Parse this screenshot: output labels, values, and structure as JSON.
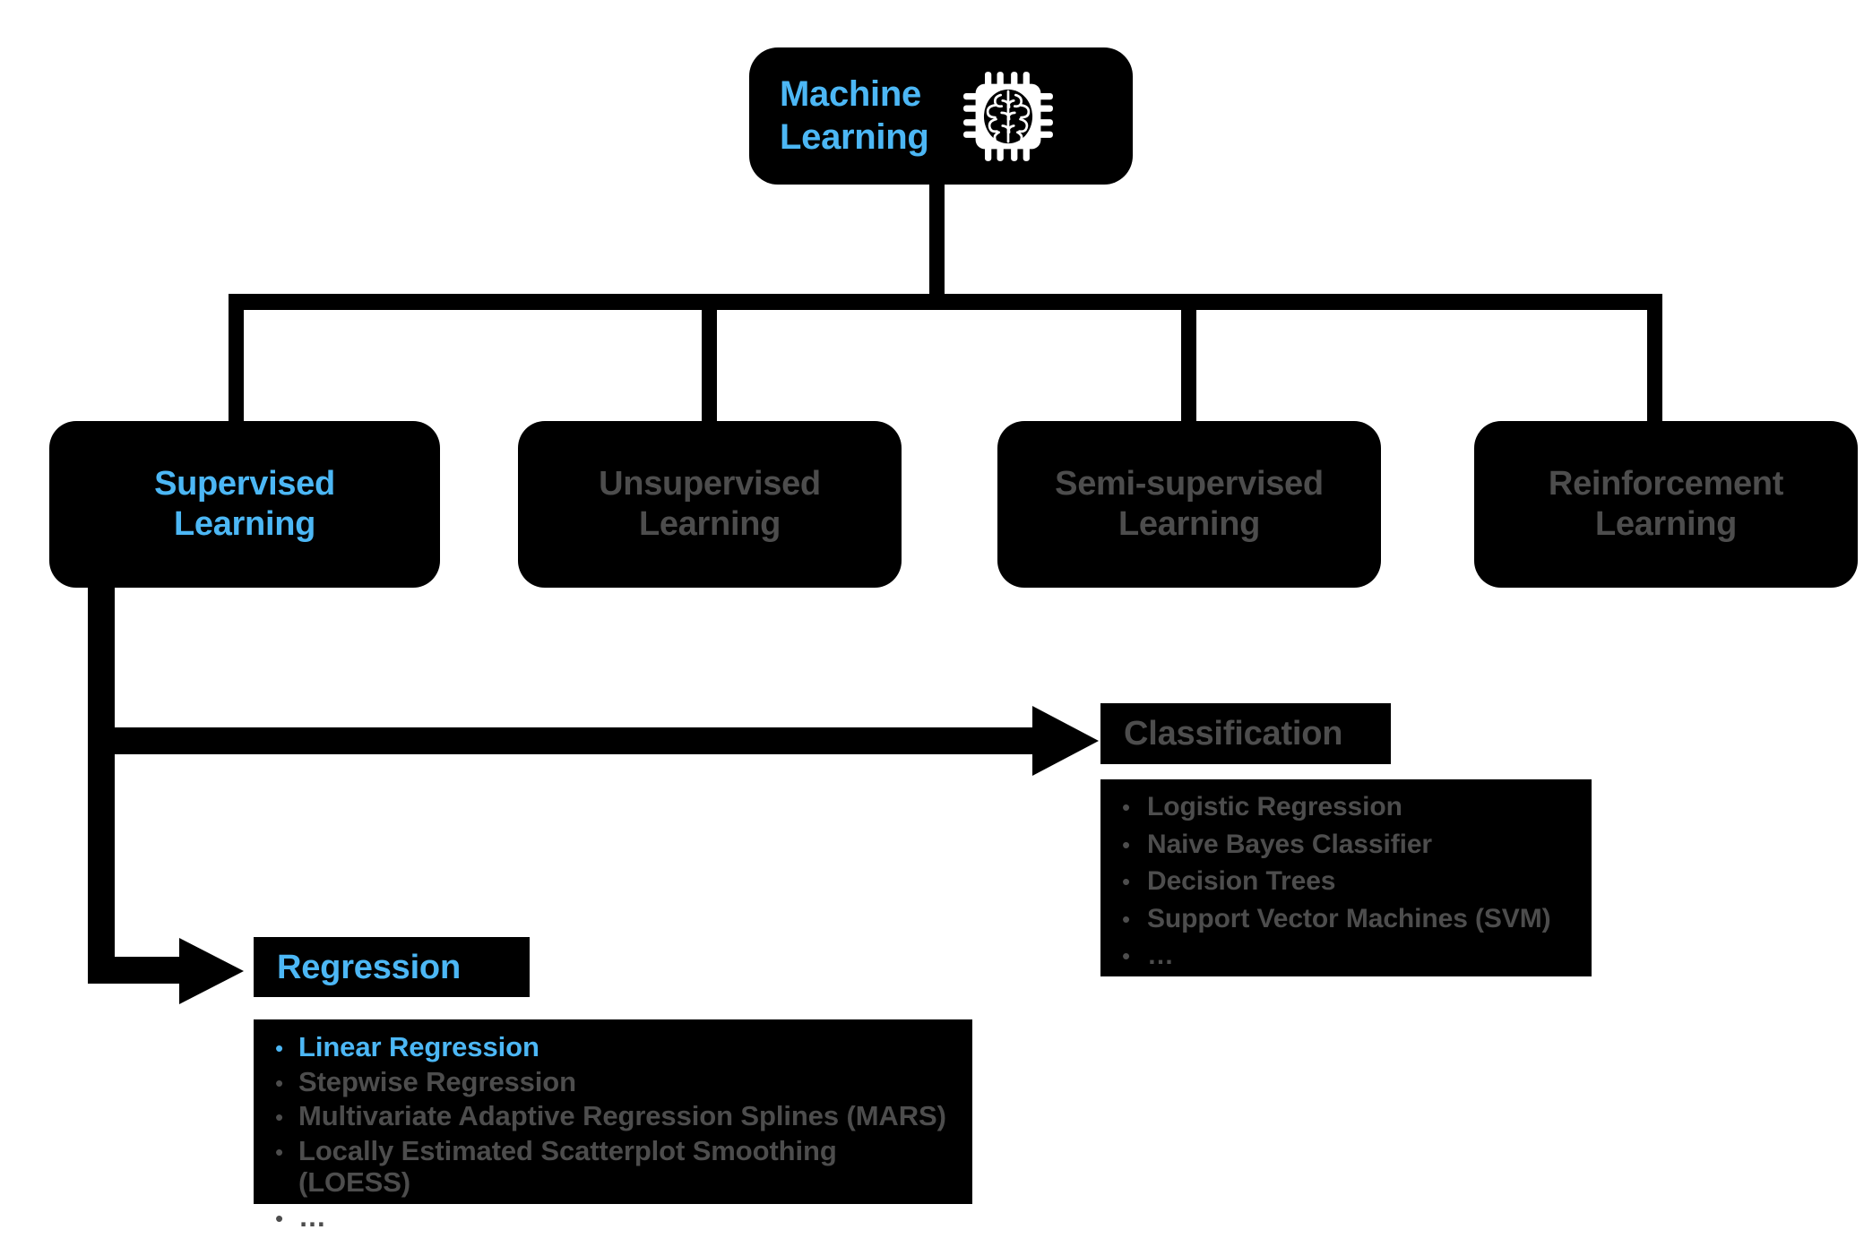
{
  "diagram": {
    "title": "Machine Learning taxonomy",
    "colors": {
      "background": "#ffffff",
      "node_fill": "#000000",
      "accent_blue": "#4cb7f5",
      "muted_gray": "#4d4d4d",
      "connector": "#000000"
    },
    "root": {
      "label": "Machine\nLearning",
      "state": "highlighted",
      "icon": "ai-chip-brain-icon"
    },
    "branches": [
      {
        "label": "Supervised\nLearning",
        "state": "highlighted"
      },
      {
        "label": "Unsupervised\nLearning",
        "state": "muted"
      },
      {
        "label": "Semi-supervised\nLearning",
        "state": "muted"
      },
      {
        "label": "Reinforcement\nLearning",
        "state": "muted"
      }
    ],
    "subtrees": [
      {
        "id": "classification",
        "heading": "Classification",
        "state": "muted",
        "bullet": "•",
        "items": [
          {
            "text": "Logistic Regression",
            "state": "muted"
          },
          {
            "text": "Naive Bayes Classifier",
            "state": "muted"
          },
          {
            "text": "Decision Trees",
            "state": "muted"
          },
          {
            "text": "Support Vector Machines (SVM)",
            "state": "muted"
          },
          {
            "text": "…",
            "state": "muted"
          }
        ]
      },
      {
        "id": "regression",
        "heading": "Regression",
        "state": "highlighted",
        "bullet": "•",
        "items": [
          {
            "text": "Linear Regression",
            "state": "highlighted"
          },
          {
            "text": "Stepwise Regression",
            "state": "muted"
          },
          {
            "text": "Multivariate Adaptive Regression Splines (MARS)",
            "state": "muted"
          },
          {
            "text": "Locally Estimated Scatterplot Smoothing (LOESS)",
            "state": "muted"
          },
          {
            "text": "…",
            "state": "muted"
          }
        ]
      }
    ]
  }
}
